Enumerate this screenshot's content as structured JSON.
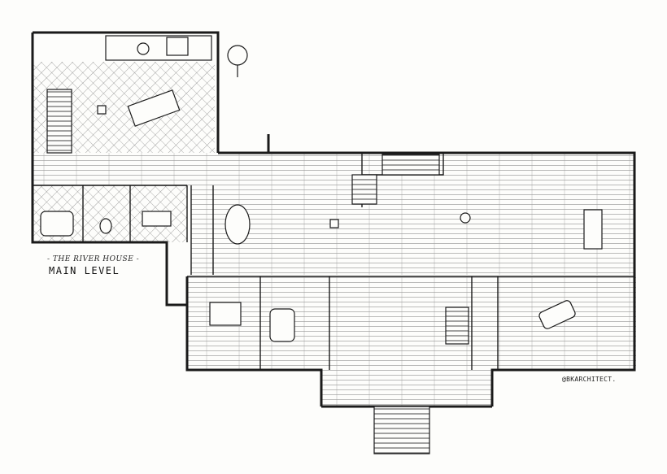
{
  "map": {
    "subtitle": "- THE RIVER HOUSE -",
    "title": "MAIN LEVEL",
    "credit": "@BKARCHITECT."
  },
  "colors": {
    "ink": "#1a1a1a",
    "paper": "#fdfdfb"
  },
  "icons": [
    "tree-icon",
    "stair-icon",
    "bathtub-icon",
    "toilet-icon",
    "sink-icon",
    "stove-icon",
    "table-icon",
    "chair-icon",
    "bed-icon"
  ]
}
